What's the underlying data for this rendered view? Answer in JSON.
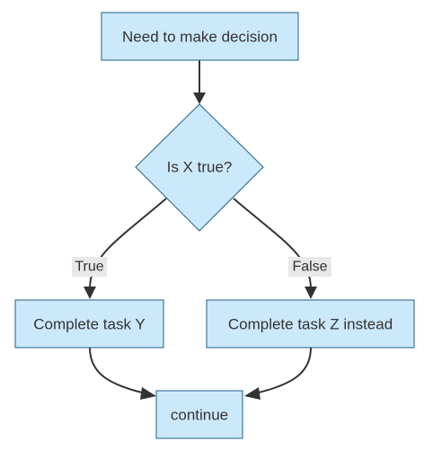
{
  "diagram": {
    "nodes": {
      "start": {
        "label": "Need to make decision"
      },
      "decision": {
        "label": "Is X true?"
      },
      "task_y": {
        "label": "Complete task Y"
      },
      "task_z": {
        "label": "Complete task Z instead"
      },
      "end": {
        "label": "continue"
      }
    },
    "edges": {
      "true_label": "True",
      "false_label": "False"
    }
  }
}
